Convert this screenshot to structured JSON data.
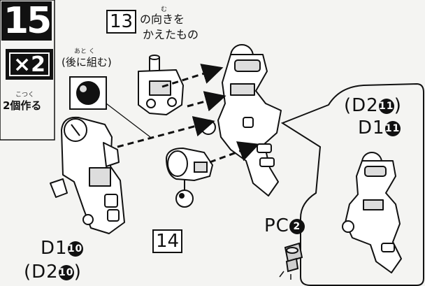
{
  "step": {
    "number": "15",
    "multiplier": "×2",
    "build_note_ruby": "こつく",
    "build_note": "2個作る"
  },
  "after_note": {
    "ruby": "あと く",
    "text": "(後に組む)"
  },
  "callout_13": {
    "number": "13",
    "ruby": "む",
    "line1": "の向きを",
    "line2": "かえたもの"
  },
  "callout_14": {
    "number": "14"
  },
  "labels": {
    "left_part_main": "D1",
    "left_part_main_num": "10",
    "left_part_alt": "(D2",
    "left_part_alt_num": "10",
    "left_part_alt_close": ")",
    "detail_alt": "(D2",
    "detail_alt_num": "11",
    "detail_alt_close": ")",
    "detail_main": "D1",
    "detail_main_num": "11",
    "pc": "PC",
    "pc_num": "2"
  },
  "icons": [
    "arrow-icon",
    "ball-joint-icon",
    "polycap-icon"
  ]
}
